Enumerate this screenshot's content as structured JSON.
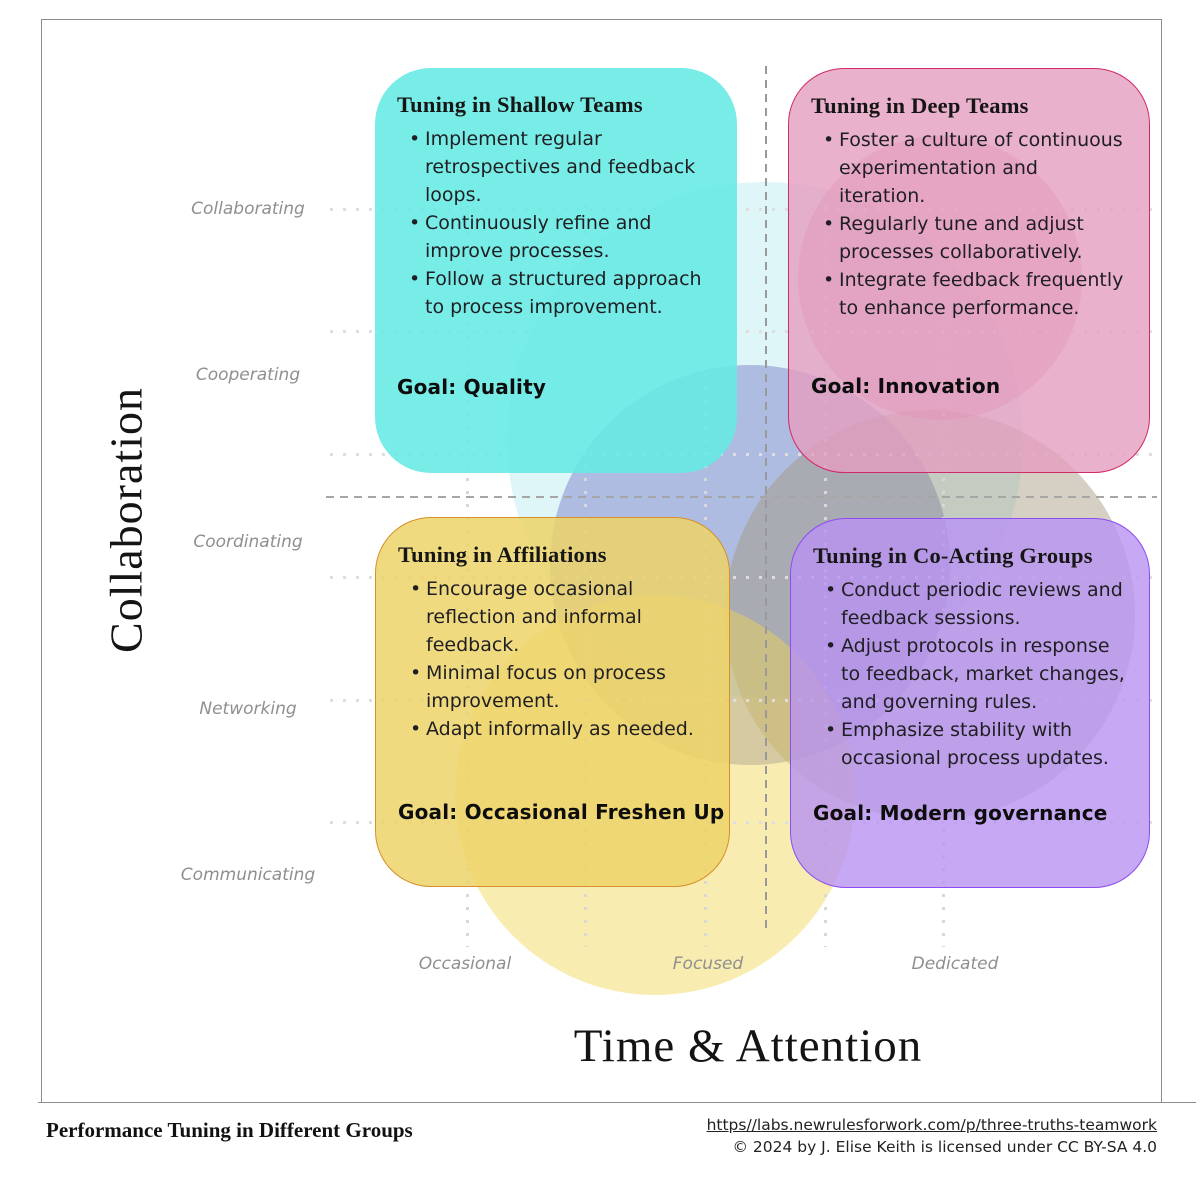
{
  "axes": {
    "y_axis": {
      "title": "Collaboration",
      "labels": [
        "Collaborating",
        "Cooperating",
        "Coordinating",
        "Networking",
        "Communicating"
      ]
    },
    "x_axis": {
      "title": "Time & Attention",
      "labels": [
        "Occasional",
        "Focused",
        "Dedicated"
      ]
    }
  },
  "quadrants": [
    {
      "position": "top-left",
      "title": "Tuning in Shallow Teams",
      "bullets": [
        "Implement regular retrospectives and feedback loops.",
        "Continuously refine and improve processes.",
        "Follow a structured approach to process improvement."
      ],
      "goal": "Goal: Quality",
      "colors": {
        "fill": "rgba(101,233,226,0.88)",
        "border": "none"
      }
    },
    {
      "position": "top-right",
      "title": "Tuning in Deep Teams",
      "bullets": [
        "Foster a culture of continuous experimentation and iteration.",
        "Regularly tune and adjust processes collaboratively.",
        "Integrate feedback frequently to enhance performance."
      ],
      "goal": "Goal: Innovation",
      "colors": {
        "fill": "rgba(228,158,190,0.80)",
        "border": "#d2296a"
      }
    },
    {
      "position": "bottom-left",
      "title": "Tuning in Affiliations",
      "bullets": [
        "Encourage occasional reflection and informal feedback.",
        "Minimal focus on process improvement.",
        "Adapt informally as needed."
      ],
      "goal": "Goal: Occasional Freshen Up",
      "colors": {
        "fill": "rgba(237,212,104,0.85)",
        "border": "#d78f2b"
      }
    },
    {
      "position": "bottom-right",
      "title": "Tuning in Co-Acting Groups",
      "bullets": [
        "Conduct periodic reviews and feedback sessions.",
        "Adjust protocols in response to feedback, market changes, and governing rules.",
        "Emphasize stability with occasional process updates."
      ],
      "goal": "Goal: Modern governance",
      "colors": {
        "fill": "rgba(184,146,243,0.80)",
        "border": "#8d4cf0"
      }
    }
  ],
  "footer": {
    "title": "Performance Tuning in Different Groups",
    "link": "https//labs.newrulesforwork.com/p/three-truths-teamwork",
    "license": "© 2024 by J. Elise Keith is licensed under CC BY-SA 4.0"
  }
}
